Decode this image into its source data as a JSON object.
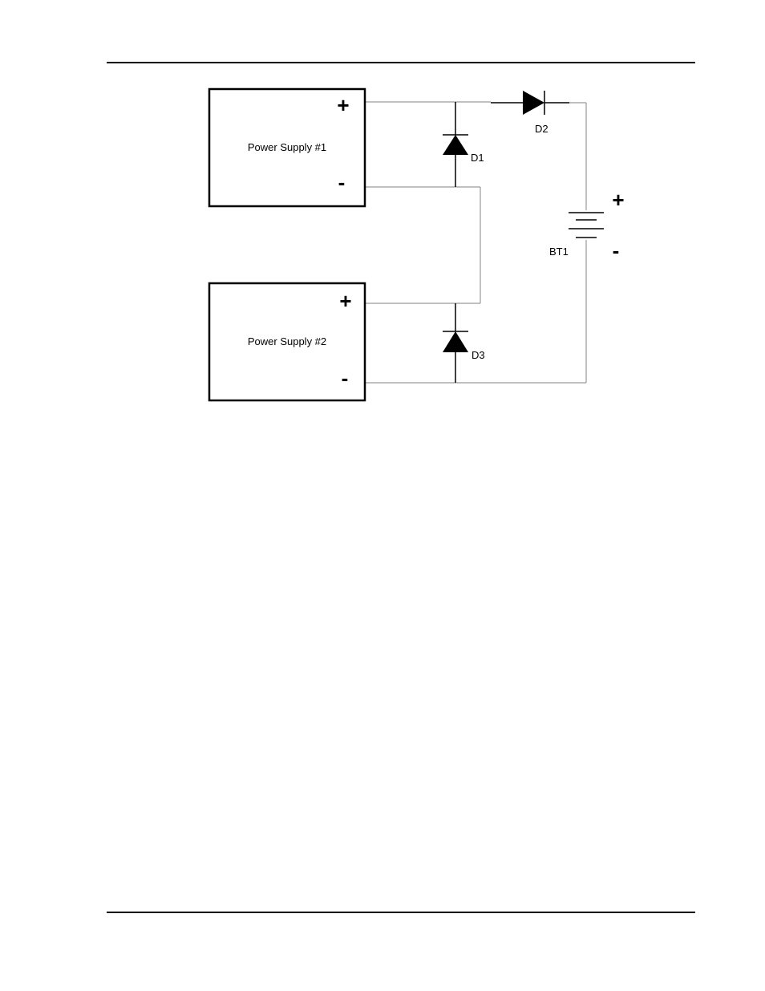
{
  "power_supplies": [
    {
      "label": "Power Supply #1",
      "plus": "+",
      "minus": "-"
    },
    {
      "label": "Power Supply #2",
      "plus": "+",
      "minus": "-"
    }
  ],
  "diodes": [
    {
      "ref": "D1"
    },
    {
      "ref": "D2"
    },
    {
      "ref": "D3"
    }
  ],
  "battery": {
    "ref": "BT1",
    "plus": "+",
    "minus": "-"
  },
  "colors": {
    "wire": "#9a9a9a",
    "component": "#000000"
  }
}
